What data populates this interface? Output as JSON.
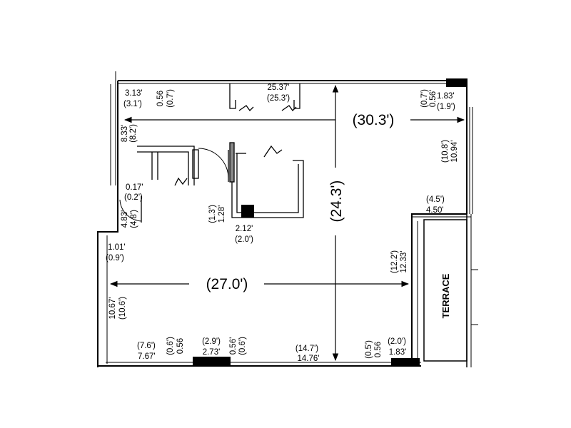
{
  "dimensions": {
    "overall_width_ft": "(30.3')",
    "overall_depth_ft": "(24.3')",
    "interior_width_ft": "(27.0')",
    "top_closet_m": "25.37'",
    "top_closet_ft": "(25.3')",
    "top_left_m": "3.13'",
    "top_left_ft": "(3.1')",
    "top_left_col_m": "0.56",
    "top_left_col_ft": "(0.7')",
    "top_right_col_ft": "(0.7')",
    "top_right_col_m": "0.56'",
    "top_right_m": "1.83'",
    "top_right_ft": "(1.9')",
    "left_upper_m": "8.33'",
    "left_upper_ft": "(8.2')",
    "left_small_m": "0.17'",
    "left_small_ft": "(0.2')",
    "left_mid_m": "4.83'",
    "left_mid_ft": "(4.8')",
    "left_step_m": "1.01'",
    "left_step_ft": "(0.9')",
    "left_lower_m": "10.67'",
    "left_lower_ft": "(10.6')",
    "center_col_ft": "(1.3')",
    "center_col_m": "1.28'",
    "center_block_m": "2.12'",
    "center_block_ft": "(2.0')",
    "right_upper_ft": "(10.8')",
    "right_upper_m": "10.94'",
    "right_step_ft": "(4.5')",
    "right_step_m": "4.50'",
    "terrace_wall_ft": "(12.2')",
    "terrace_wall_m": "12.33'",
    "bottom_left_ft": "(7.6')",
    "bottom_left_m": "7.67'",
    "bottom_col1_ft": "(0.6')",
    "bottom_col1_m": "0.56",
    "bottom_block_ft": "(2.9')",
    "bottom_block_m": "2.73'",
    "bottom_col2_m": "0.56'",
    "bottom_col2_ft": "(0.6')",
    "bottom_mid_ft": "(14.7')",
    "bottom_mid_m": "14.76'",
    "bottom_col3_ft": "(0.5')",
    "bottom_col3_m": "0.56",
    "bottom_right_ft": "(2.0')",
    "bottom_right_m": "1.83'"
  },
  "labels": {
    "terrace": "TERRACE"
  }
}
